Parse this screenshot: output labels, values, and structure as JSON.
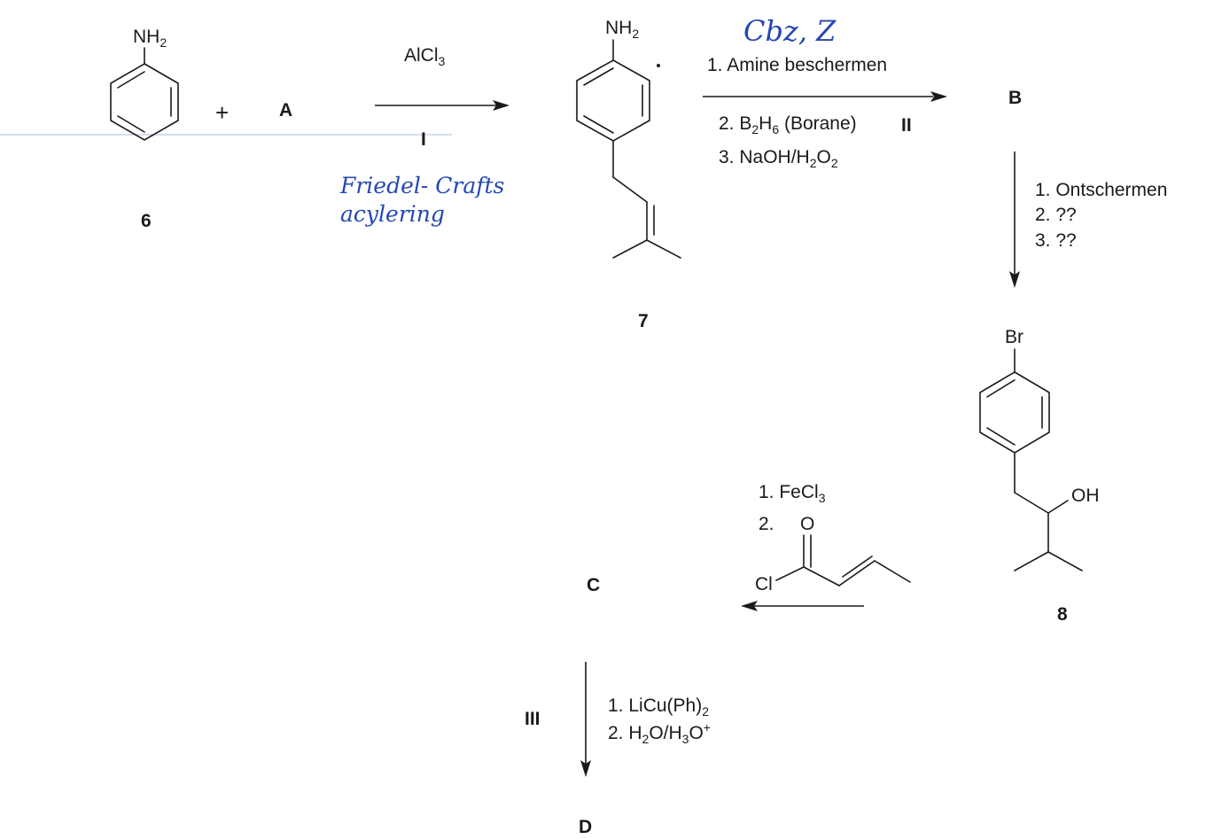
{
  "compounds": {
    "c6": {
      "label": "6",
      "group": "NH",
      "group_sub": "2"
    },
    "c7": {
      "label": "7",
      "group": "NH",
      "group_sub": "2"
    },
    "c8": {
      "label": "8",
      "group_top": "Br",
      "group_oh": "OH"
    },
    "reagent_A": "A",
    "plus": "+",
    "B": "B",
    "C": "C",
    "D": "D"
  },
  "step1": {
    "roman": "I",
    "reagent_main": "AlCl",
    "reagent_sub": "3",
    "handwritten_line1": "Friedel- Crafts",
    "handwritten_line2": "acylering"
  },
  "step2": {
    "roman": "II",
    "handwritten": "Cbz, Z",
    "line1": "1. Amine beschermen",
    "line2_pre": "2. B",
    "line2_sub1": "2",
    "line2_mid": "H",
    "line2_sub2": "6",
    "line2_post": " (Borane)",
    "line3_pre": "3. NaOH/H",
    "line3_sub1": "2",
    "line3_mid": "O",
    "line3_sub2": "2"
  },
  "step3": {
    "line1": "1. Ontschermen",
    "line2": "2. ??",
    "line3": "3. ??"
  },
  "step4": {
    "line1_pre": "1. FeCl",
    "line1_sub": "3",
    "line2": "2.",
    "atom_O": "O",
    "atom_Cl": "Cl"
  },
  "step5": {
    "roman": "III",
    "line1_pre": "1. LiCu(Ph)",
    "line1_sub": "2",
    "line2_pre": "2. H",
    "line2_sub1": "2",
    "line2_mid": "O/H",
    "line2_sub2": "3",
    "line2_post": "O",
    "line2_sup": "+"
  }
}
